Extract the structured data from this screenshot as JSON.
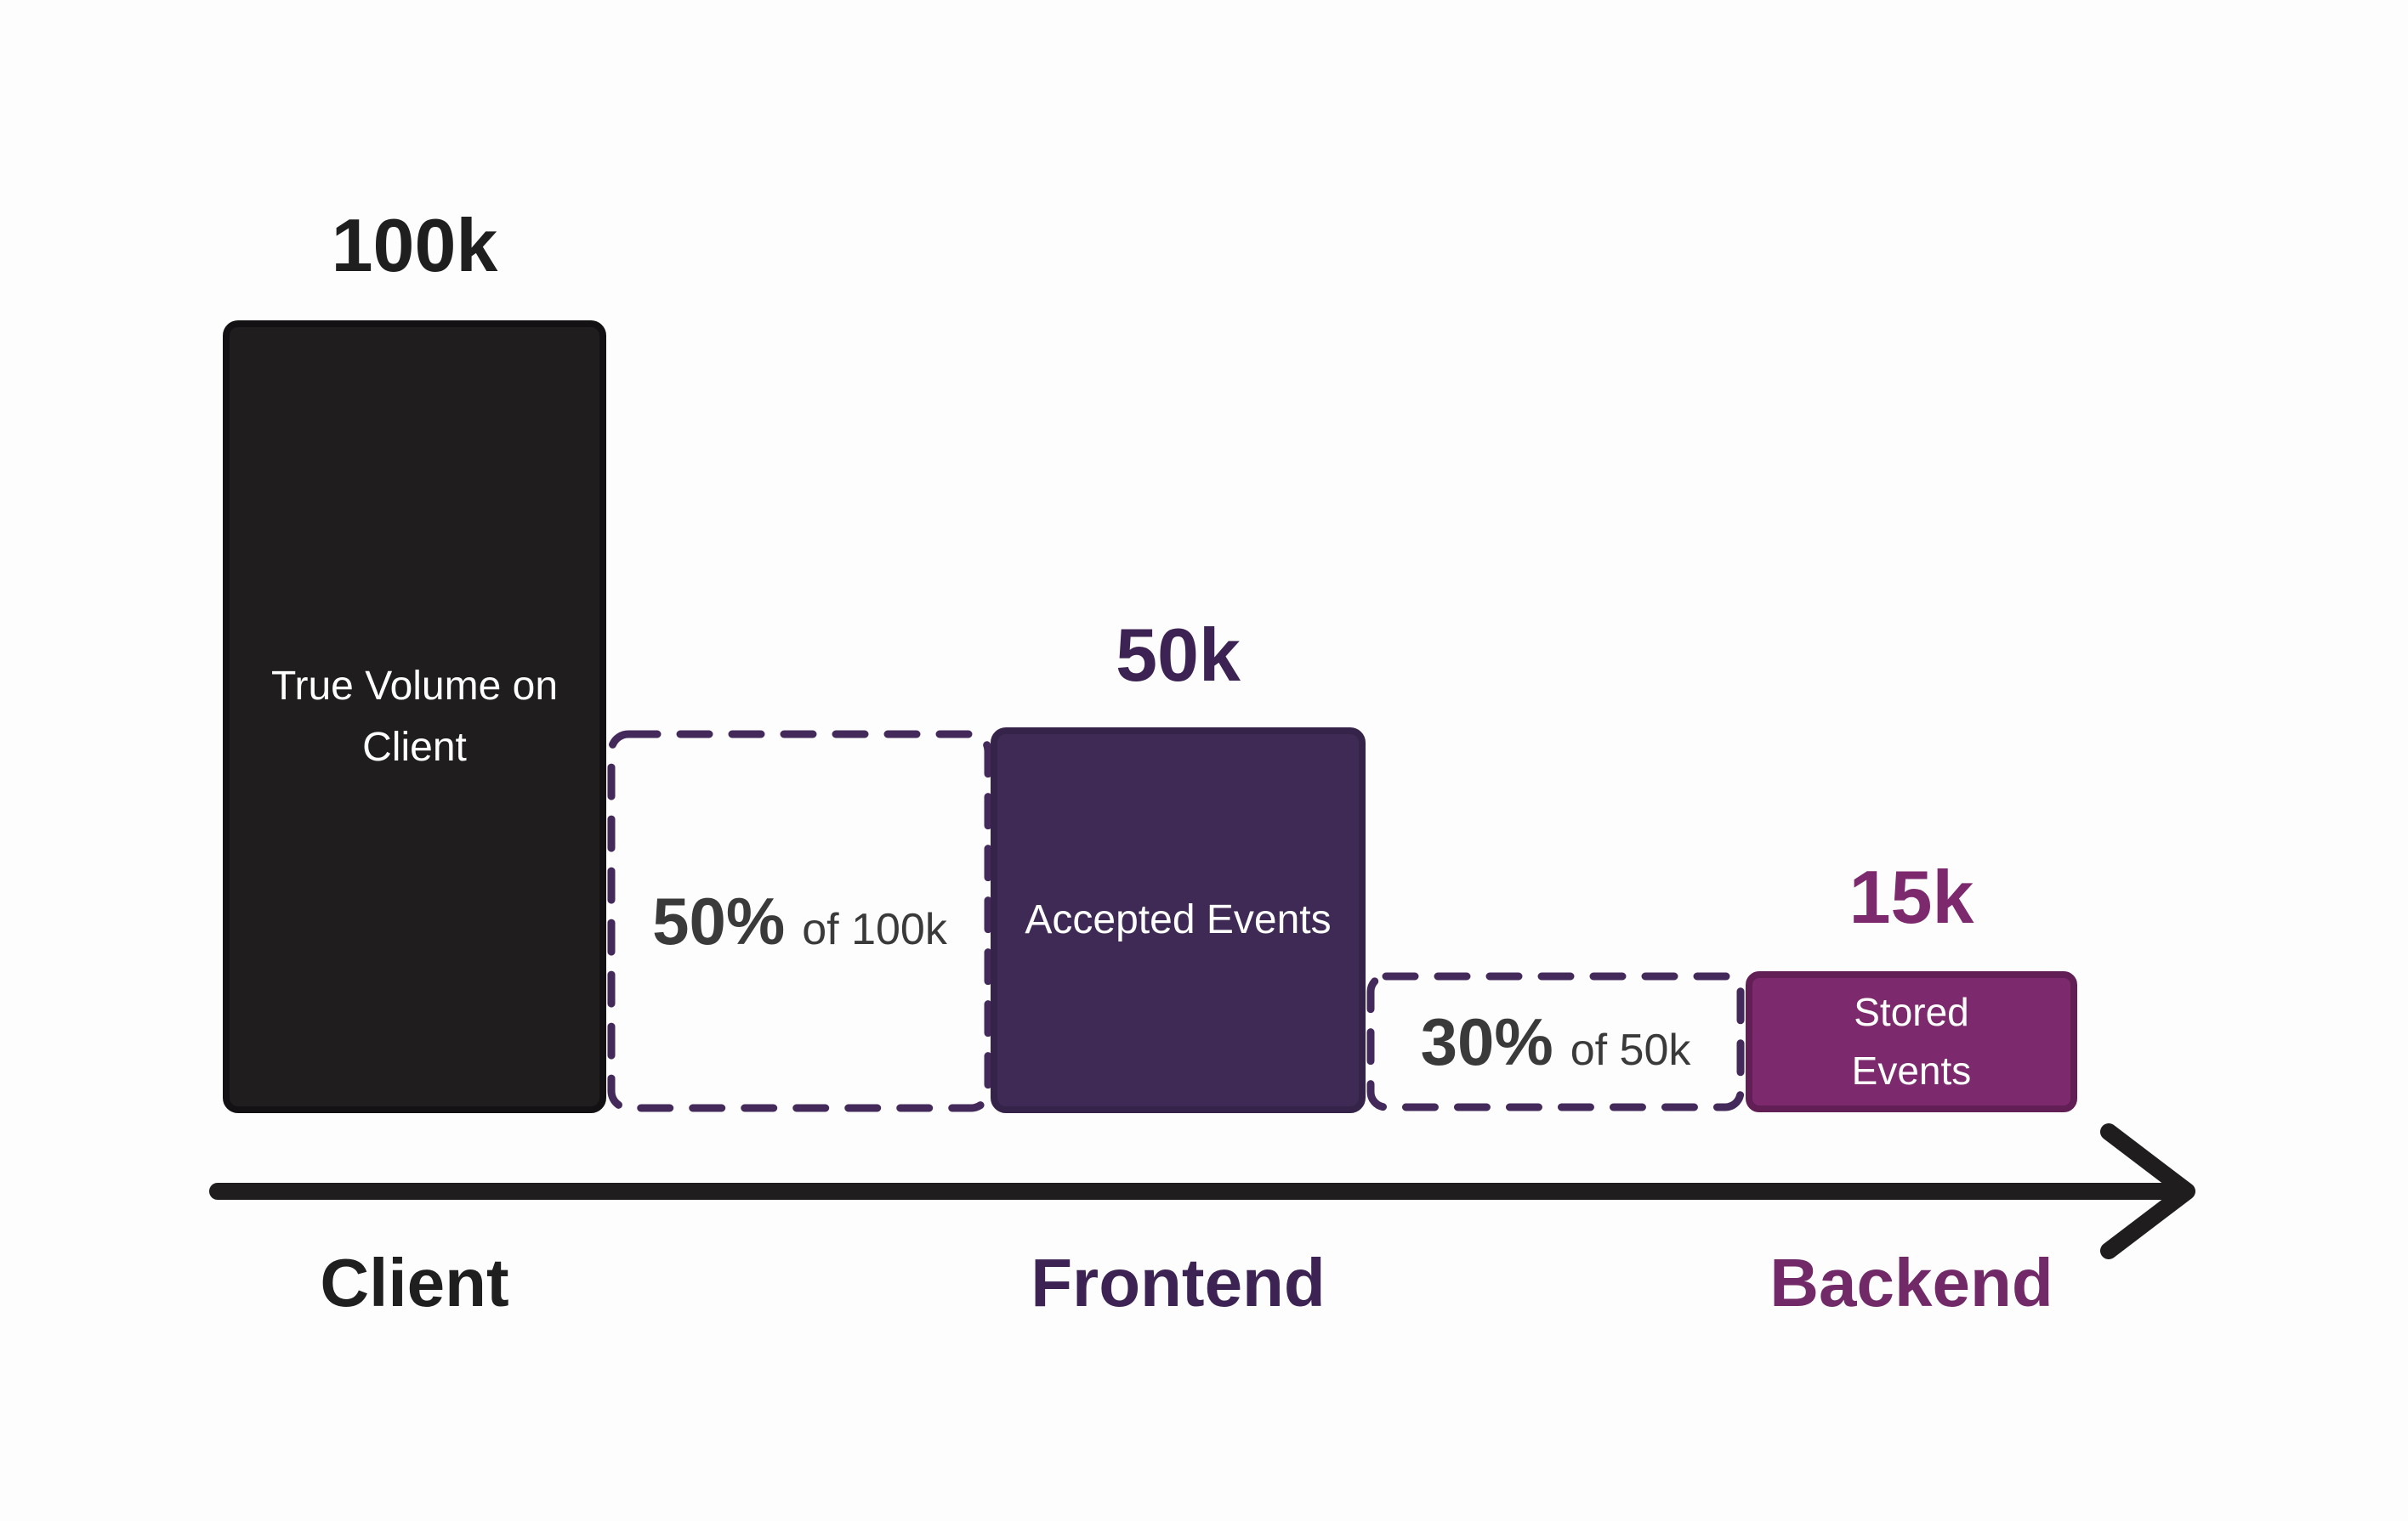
{
  "colors": {
    "bg": "#fdfdfd",
    "ink": "#1f1f1f",
    "client-fill": "#1f1d1e",
    "client-border": "#141114",
    "frontend-fill": "#3f2a55",
    "frontend-border": "#362349",
    "frontend-ink": "#3d2353",
    "backend-fill": "#7c2a6d",
    "backend-border": "#611f55",
    "backend-ink": "#7c2a6d",
    "backend-axis-ink": "#722968",
    "dash": "#44295b",
    "pct-ink": "#3a3a3a",
    "bar-text": "#ffffff"
  },
  "funnel": {
    "client": {
      "value": "100k",
      "bar_label": "True Volume on Client",
      "axis_label": "Client"
    },
    "drop_client_frontend": {
      "pct": "50%",
      "of": "of 100k"
    },
    "frontend": {
      "value": "50k",
      "bar_label": "Accepted Events",
      "axis_label": "Frontend"
    },
    "drop_frontend_backend": {
      "pct": "30%",
      "of": "of 50k"
    },
    "backend": {
      "value": "15k",
      "bar_label": "Stored Events",
      "axis_label": "Backend"
    }
  },
  "chart_data": {
    "type": "bar",
    "categories": [
      "Client",
      "Frontend",
      "Backend"
    ],
    "values": [
      100000,
      50000,
      15000
    ],
    "value_labels": [
      "100k",
      "50k",
      "15k"
    ],
    "bar_labels": [
      "True Volume on Client",
      "Accepted Events",
      "Stored Events"
    ],
    "drop_annotations": [
      "50% of 100k",
      "30% of 50k"
    ],
    "title": "",
    "xlabel": "",
    "ylabel": "",
    "legend": false,
    "grid": false,
    "axis": "horizontal black arrow from Client to Backend"
  }
}
